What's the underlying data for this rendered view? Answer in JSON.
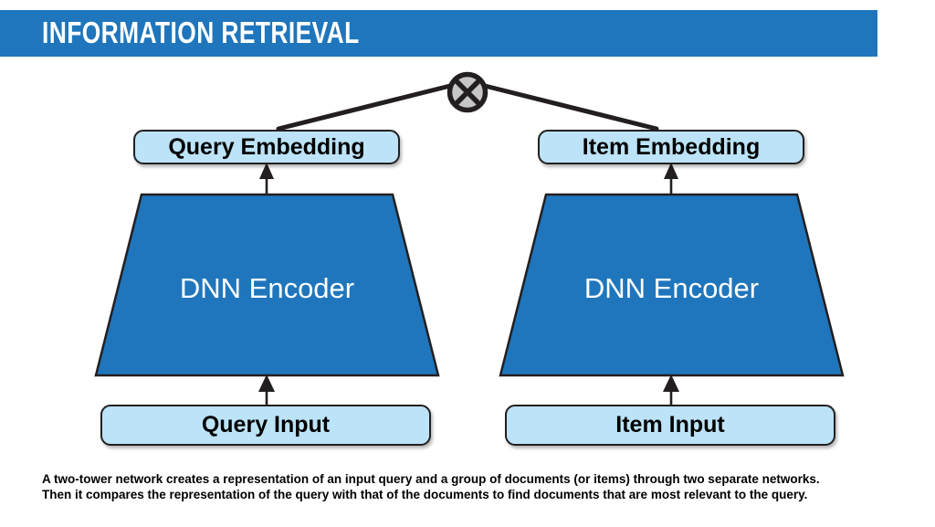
{
  "header": {
    "title": "INFORMATION RETRIEVAL",
    "bar_color": "#1F76BC",
    "text_color": "#FFFFFF"
  },
  "diagram": {
    "combine_node": {
      "icon": "circle-x-icon",
      "fill_color": "#C6C6C6",
      "stroke_color": "#231F20"
    },
    "left_tower": {
      "embedding_label": "Query Embedding",
      "encoder_label": "DNN Encoder",
      "input_label": "Query Input"
    },
    "right_tower": {
      "embedding_label": "Item Embedding",
      "encoder_label": "DNN Encoder",
      "input_label": "Item Input"
    },
    "colors": {
      "encoder_fill": "#1F76BC",
      "pill_fill": "#BCE3F7",
      "outline": "#231F20",
      "encoder_text": "#FFFFFF"
    }
  },
  "caption": {
    "line1": "A two-tower network creates a representation of an input query and a group of documents (or items) through two separate networks.",
    "line2": "Then it compares the representation of the query with that of the documents to find documents that are most relevant to the query."
  }
}
